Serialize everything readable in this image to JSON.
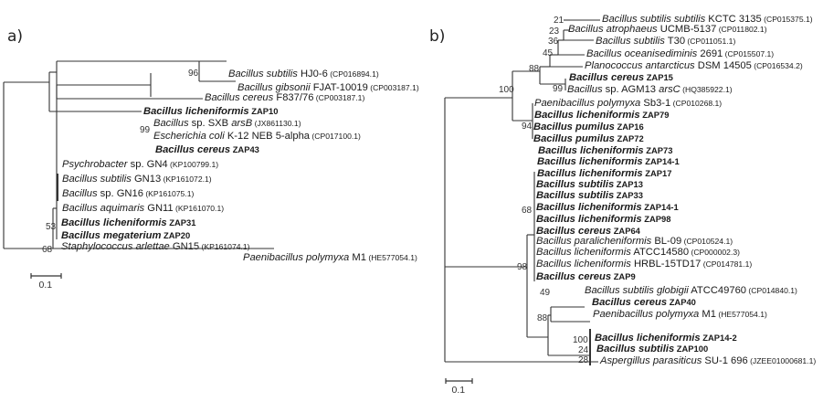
{
  "panels": [
    {
      "label": "a)",
      "scale_label": "0.1",
      "leaves": [
        {
          "species": "Bacillus subtilis",
          "strain": "HJ0-6",
          "accession": "(CP016894.1)",
          "bold": false
        },
        {
          "species": "Bacillus gibsonii",
          "strain": "FJAT-10019",
          "accession": "(CP003187.1)",
          "bold": false
        },
        {
          "species": "Bacillus cereus",
          "strain": "F837/76",
          "accession": "(CP003187.1)",
          "bold": false
        },
        {
          "species": "Bacillus licheniformis",
          "strain": "ZAP10",
          "accession": "",
          "bold": true
        },
        {
          "species": "Bacillus",
          "strain": "sp. SXB",
          "extra_italic": "arsB",
          "accession": "(JX861130.1)",
          "bold": false
        },
        {
          "species": "Escherichia coli",
          "strain": "K-12 NEB 5-alpha",
          "accession": "(CP017100.1)",
          "bold": false
        },
        {
          "species": "Bacillus cereus",
          "strain": "ZAP43",
          "accession": "",
          "bold": true
        },
        {
          "species": "Psychrobacter",
          "strain": "sp. GN4",
          "accession": "(KP100799.1)",
          "bold": false
        },
        {
          "species": "Bacillus subtilis",
          "strain": "GN13",
          "accession": "(KP161072.1)",
          "bold": false
        },
        {
          "species": "Bacillus",
          "strain": "sp. GN16",
          "accession": "(KP161075.1)",
          "bold": false
        },
        {
          "species": "Bacillus aquimaris",
          "strain": "GN11",
          "accession": "(KP161070.1)",
          "bold": false
        },
        {
          "species": "Bacillus licheniformis",
          "strain": "ZAP31",
          "accession": "",
          "bold": true
        },
        {
          "species": "Bacillus megaterium",
          "strain": "ZAP20",
          "accession": "",
          "bold": true
        },
        {
          "species": "Staphylococcus arlettae",
          "strain": "GN15",
          "accession": "(KP161074.1)",
          "bold": false
        },
        {
          "species": "Paenibacillus polymyxa",
          "strain": "M1",
          "accession": "(HE577054.1)",
          "bold": false
        }
      ],
      "bootstrap": [
        "96",
        "99",
        "53",
        "68"
      ]
    },
    {
      "label": "b)",
      "scale_label": "0.1",
      "leaves": [
        {
          "species": "Bacillus subtilis subtilis",
          "strain": "KCTC 3135",
          "accession": "(CP015375.1)",
          "bold": false
        },
        {
          "species": "Bacillus atrophaeus",
          "strain": "UCMB-5137",
          "accession": "(CP011802.1)",
          "bold": false
        },
        {
          "species": "Bacillus subtilis",
          "strain": "T30",
          "accession": "(CP011051.1)",
          "bold": false
        },
        {
          "species": "Bacillus oceanisediminis",
          "strain": "2691",
          "accession": "(CP015507.1)",
          "bold": false
        },
        {
          "species": "Planococcus antarcticus",
          "strain": "DSM 14505",
          "accession": "(CP016534.2)",
          "bold": false
        },
        {
          "species": "Bacillus cereus",
          "strain": "ZAP15",
          "accession": "",
          "bold": true
        },
        {
          "species": "Bacillus",
          "strain": "sp. AGM13",
          "extra_italic": "arsC",
          "accession": "(HQ385922.1)",
          "bold": false
        },
        {
          "species": "Paenibacillus polymyxa",
          "strain": "Sb3-1",
          "accession": "(CP010268.1)",
          "bold": false
        },
        {
          "species": "Bacillus licheniformis",
          "strain": "ZAP79",
          "accession": "",
          "bold": true
        },
        {
          "species": "Bacillus pumilus",
          "strain": "ZAP16",
          "accession": "",
          "bold": true
        },
        {
          "species": "Bacillus pumilus",
          "strain": "ZAP72",
          "accession": "",
          "bold": true
        },
        {
          "species": "Bacillus licheniformis",
          "strain": "ZAP73",
          "accession": "",
          "bold": true
        },
        {
          "species": "Bacillus licheniformis",
          "strain": "ZAP14-1",
          "accession": "",
          "bold": true
        },
        {
          "species": "Bacillus licheniformis",
          "strain": "ZAP17",
          "accession": "",
          "bold": true
        },
        {
          "species": "Bacillus subtilis",
          "strain": "ZAP13",
          "accession": "",
          "bold": true
        },
        {
          "species": "Bacillus subtilis",
          "strain": "ZAP33",
          "accession": "",
          "bold": true
        },
        {
          "species": "Bacillus licheniformis",
          "strain": "ZAP14-1",
          "accession": "",
          "bold": true
        },
        {
          "species": "Bacillus licheniformis",
          "strain": "ZAP98",
          "accession": "",
          "bold": true
        },
        {
          "species": "Bacillus cereus",
          "strain": "ZAP64",
          "accession": "",
          "bold": true
        },
        {
          "species": "Bacillus paralicheniformis",
          "strain": "BL-09",
          "accession": "(CP010524.1)",
          "bold": false
        },
        {
          "species": "Bacillus licheniformis",
          "strain": "ATCC14580",
          "accession": "(CP000002.3)",
          "bold": false
        },
        {
          "species": "Bacillus licheniformis",
          "strain": "HRBL-15TD17",
          "accession": "(CP014781.1)",
          "bold": false
        },
        {
          "species": "Bacillus cereus",
          "strain": "ZAP9",
          "accession": "",
          "bold": true
        },
        {
          "species": "Bacillus subtilis globigii",
          "strain": "ATCC49760",
          "accession": "(CP014840.1)",
          "bold": false
        },
        {
          "species": "Bacillus cereus",
          "strain": "ZAP40",
          "accession": "",
          "bold": true
        },
        {
          "species": "Paenibacillus polymyxa",
          "strain": "M1",
          "accession": "(HE577054.1)",
          "bold": false
        },
        {
          "species": "Bacillus licheniformis",
          "strain": "ZAP14-2",
          "accession": "",
          "bold": true
        },
        {
          "species": "Bacillus subtilis",
          "strain": "ZAP100",
          "accession": "",
          "bold": true
        },
        {
          "species": "Aspergillus parasiticus",
          "strain": "SU-1 696",
          "accession": "(JZEE01000681.1)",
          "bold": false
        }
      ],
      "bootstrap": [
        "21",
        "23",
        "36",
        "45",
        "88",
        "99",
        "100",
        "94",
        "68",
        "98",
        "49",
        "88",
        "100",
        "24",
        "28"
      ]
    }
  ]
}
